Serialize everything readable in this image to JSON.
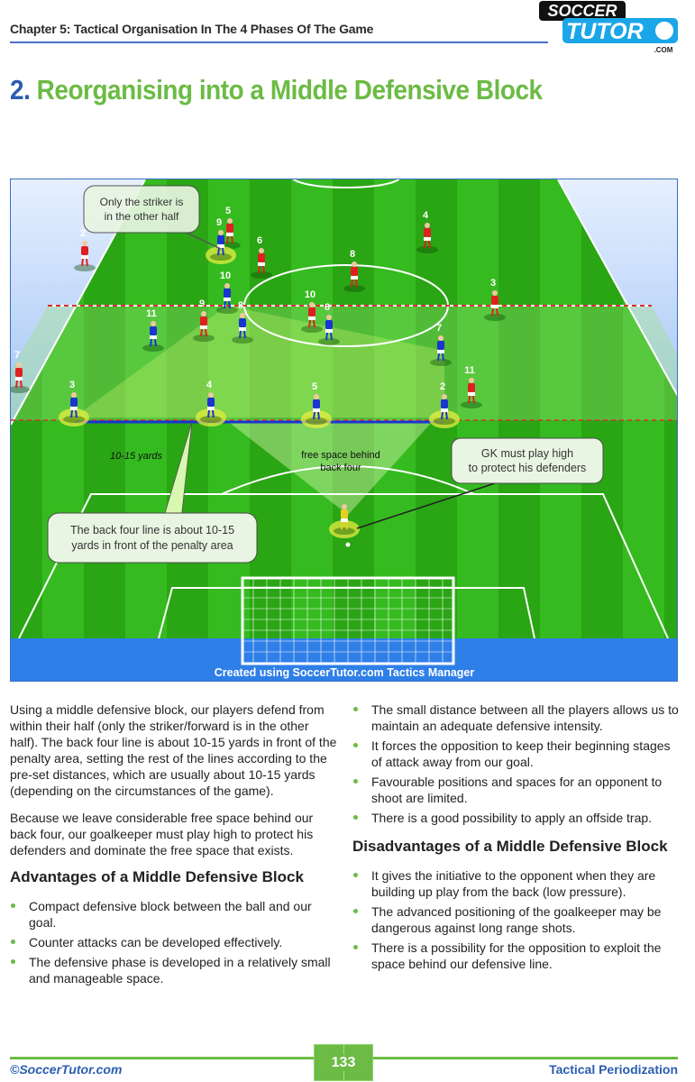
{
  "header": {
    "chapter": "Chapter 5: Tactical Organisation In The 4 Phases Of The Game",
    "logo": {
      "line1": "SOCCER",
      "line2": "TUTOR",
      "line3": ".COM"
    }
  },
  "title": {
    "number": "2.",
    "text": "Reorganising into a Middle Defensive Block"
  },
  "diagram": {
    "callout_striker": "Only the striker is in the other half",
    "callout_gk": "GK must play high to protect his defenders",
    "callout_backfour": "The back four line is about 10-15 yards in front of the penalty area",
    "label_free_space_1": "free space behind",
    "label_free_space_2": "back four",
    "label_yards": "10-15 yards",
    "credit": "Created using SoccerTutor.com Tactics Manager",
    "colors": {
      "red_team": "#e02020",
      "blue_team": "#1a35d0",
      "pitch": "#2fb21a"
    },
    "red_players": [
      "2",
      "5",
      "6",
      "4",
      "8",
      "3",
      "9",
      "10",
      "7",
      "11"
    ],
    "blue_players": [
      "9",
      "10",
      "11",
      "8",
      "6",
      "7",
      "3",
      "4",
      "5",
      "2",
      ""
    ]
  },
  "body": {
    "left": {
      "p1": "Using a middle defensive block, our players defend from within their half (only the striker/forward is in the other half). The back four line is about 10-15 yards in front of the penalty area, setting the rest of the lines according to the pre-set distances, which are usually about 10-15 yards (depending on the circumstances of the game).",
      "p2": "Because we leave considerable free space behind our back four, our goalkeeper must play high to protect his defenders and dominate the free space that exists.",
      "advantages_heading": "Advantages of a Middle Defensive Block",
      "advantages": [
        "Compact defensive block between the ball and our goal.",
        "Counter attacks can be developed effectively.",
        "The defensive phase is developed in a relatively small and manageable space."
      ]
    },
    "right": {
      "advantages_cont": [
        "The small distance between all the players allows us to maintain an adequate defensive intensity.",
        "It forces the opposition to keep their beginning stages of attack away from our goal.",
        "Favourable positions and spaces for an opponent to shoot are limited.",
        "There is a good possibility to apply an offside trap."
      ],
      "disadvantages_heading": "Disadvantages of a Middle Defensive Block",
      "disadvantages": [
        "It gives the initiative to the opponent when they are building up play from the back (low pressure).",
        "The advanced positioning of the goalkeeper may be dangerous against long range shots.",
        "There is a possibility for the opposition to exploit the space behind our defensive line."
      ]
    }
  },
  "footer": {
    "copyright": "©SoccerTutor.com",
    "page": "133",
    "book": "Tactical Periodization"
  }
}
